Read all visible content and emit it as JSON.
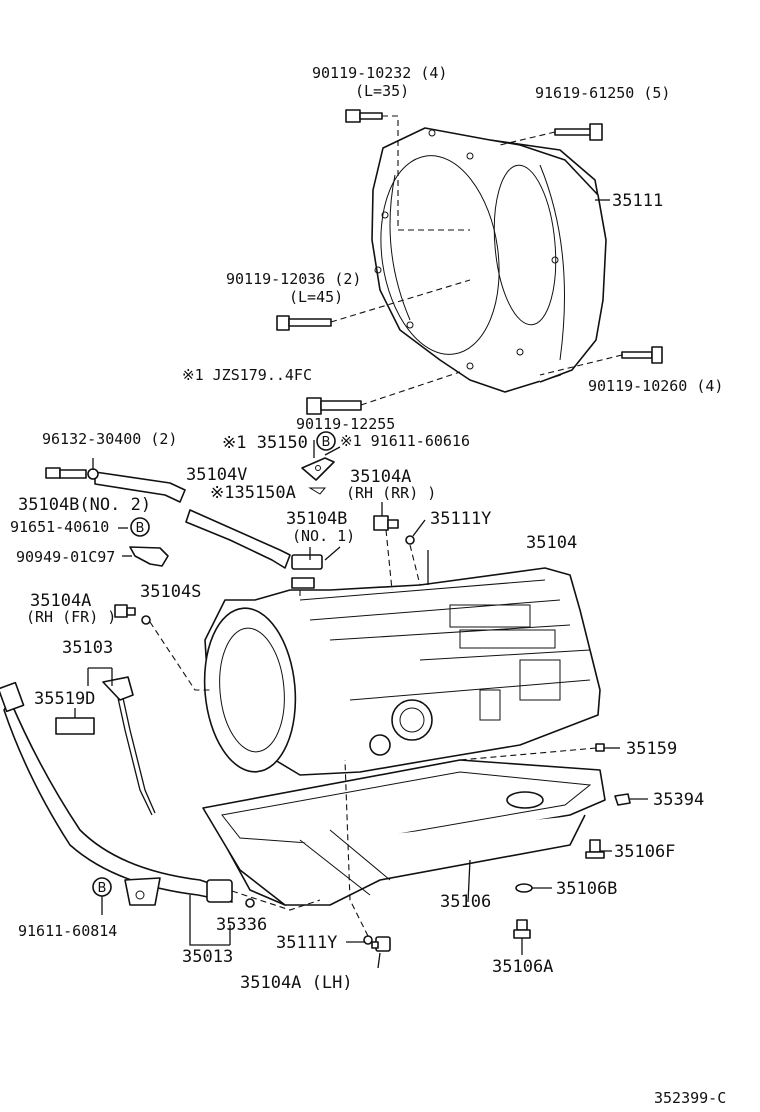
{
  "labels": {
    "bolt_90119_10232": "90119-10232 (4)",
    "bolt_90119_10232_len": "(L=35)",
    "bolt_91619_61250": "91619-61250 (5)",
    "housing_35111": "35111",
    "bolt_90119_12036": "90119-12036 (2)",
    "bolt_90119_12036_len": "(L=45)",
    "note_jzs179": "※1 JZS179..4FC",
    "bolt_90119_10260": "90119-10260 (4)",
    "bolt_90119_12255": "90119-12255",
    "clip_96132_30400": "96132-30400 (2)",
    "plate_35150": "※1 35150",
    "bolt_91611_60616": "※1 91611-60616",
    "hose_35104v": "35104V",
    "gasket_35150a": "※135150A",
    "union_35104a_rr": "35104A",
    "union_35104a_rr_sub": "(RH (RR) )",
    "union_35104b_no2": "35104B(NO. 2)",
    "bolt_91651_40610": "91651-40610",
    "oring_35111y_top": "35111Y",
    "union_35104b_no1": "35104B",
    "union_35104b_no1_sub": "(NO. 1)",
    "bracket_90949_01c97": "90949-01C97",
    "trans_35104": "35104",
    "union_35104a_fr": "35104A",
    "union_35104a_fr_sub": "(RH (FR) )",
    "seal_35104s": "35104S",
    "gauge_35103": "35103",
    "label_35519d": "35519D",
    "plug_35159": "35159",
    "magnet_35394": "35394",
    "plug_35106f": "35106F",
    "gasket_35106b": "35106B",
    "bolt_91611_60814": "91611-60814",
    "oring_35336": "35336",
    "pan_35106": "35106",
    "oring_35111y_bottom": "35111Y",
    "tube_35013": "35013",
    "drain_35106a": "35106A",
    "union_35104a_lh": "35104A (LH)",
    "diagram_id": "352399-C",
    "circle_b": "B"
  }
}
